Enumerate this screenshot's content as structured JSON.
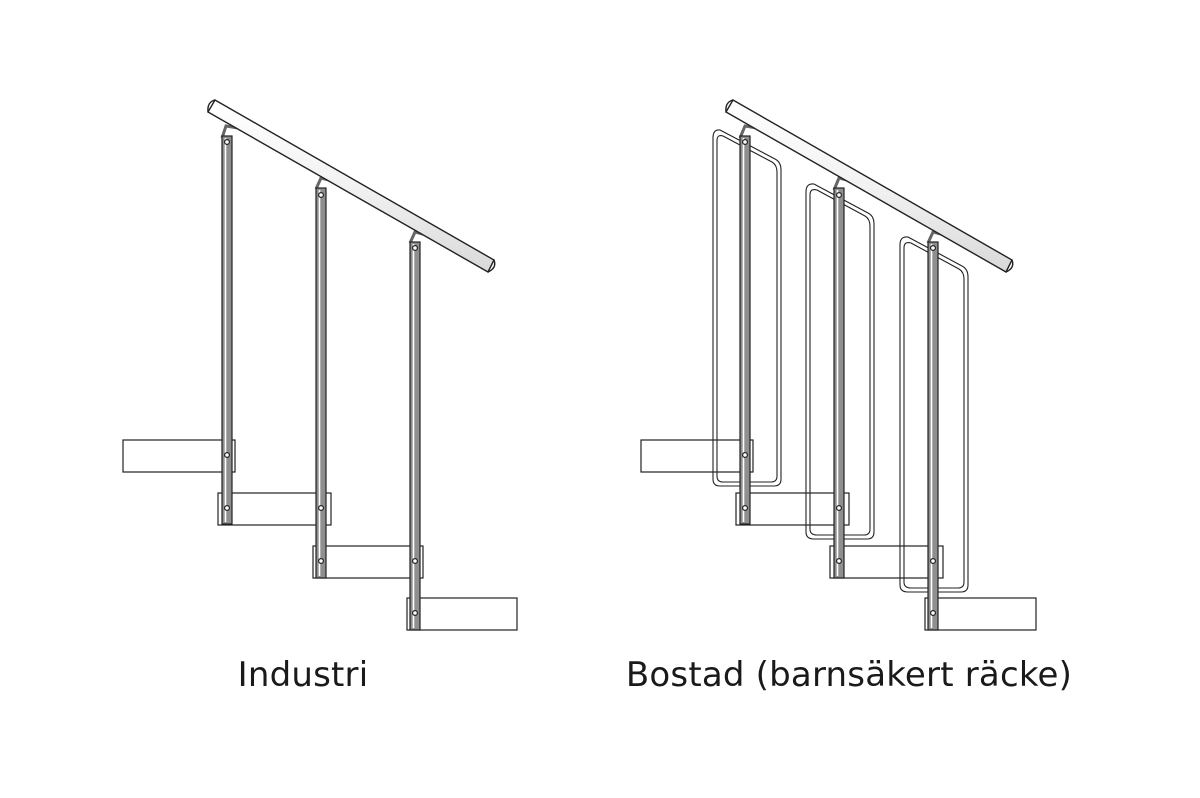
{
  "captions": {
    "industrial": "Industri",
    "residential": "Bostad (barnsäkert räcke)"
  },
  "colors": {
    "stroke": "#222222",
    "post_fill": "#8f8f8f",
    "rail_fill": "#ffffff",
    "text": "#1a1a1a"
  },
  "variants": [
    {
      "key": "industrial",
      "post_count": 3,
      "step_count": 4,
      "child_safe_loops": false
    },
    {
      "key": "residential",
      "post_count": 3,
      "step_count": 4,
      "child_safe_loops": true
    }
  ]
}
